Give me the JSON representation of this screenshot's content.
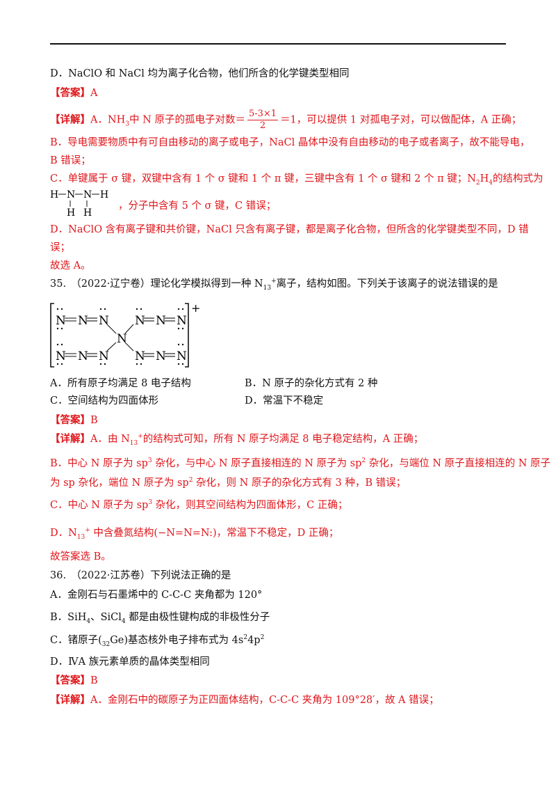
{
  "q34": {
    "option_d": "D．NaClO 和 NaCl 均为离子化合物，他们所含的化学键类型相同",
    "answer_tag": "【答案】",
    "answer": "A",
    "detail_tag": "【详解】",
    "a_pre": "A．NH",
    "a_mid": "中 N 原子的孤电子对数＝",
    "a_frac_num": "5-3×1",
    "a_frac_den": "2",
    "a_post": "＝1，可以提供 1 对孤电子对，可以做配体，A 正确；",
    "b_line1": "B．导电需要物质中有可自由移动的离子或电子，NaCl 晶体中没有自由移动的电子或者离子，故不能导电，",
    "b_line2": "B 错误；",
    "c_line1": "C．单键属于 σ 键，双键中含有 1 个 σ 键和 1 个 π 键，三键中含有 1 个 σ 键和 2 个 π 键；N",
    "c_line1_end": "的结构式为",
    "c_line2": "，分子中含有 5 个 σ 键，C 错误；",
    "d_line1": "D．NaClO 含有离子键和共价键，NaCl 只含有离子键，都是离子化合物，但所含的化学键类型不同，D 错",
    "d_line2": "误；",
    "conclusion": "故选 A。"
  },
  "n2h4": {
    "h": "H",
    "n": "N"
  },
  "q35": {
    "stem_pre": "35.　（2022·辽宁卷）理论化学模拟得到一种 N",
    "stem_sub": "13",
    "stem_sup": "+",
    "stem_post": "离子，结构如图。下列关于该离子的说法错误的是",
    "structure": {
      "atom": "N",
      "charge": "+"
    },
    "options": [
      "A．所有原子均满足 8 电子结构",
      "B．N 原子的杂化方式有 2 种",
      "C．空间结构为四面体形",
      "D．常温下不稳定"
    ],
    "answer_tag": "【答案】",
    "answer": "B",
    "detail_tag": "【详解】",
    "a_pre": "A．由 N",
    "a_post": "的结构式可知，所有 N 原子均满足 8 电子稳定结构，A 正确；",
    "b_line1_1": "B．中心 N 原子为 sp",
    "b_line1_2": " 杂化，与中心 N 原子直接相连的 N 原子为 sp",
    "b_line1_3": " 杂化，与端位 N 原子直接相连的 N 原子",
    "b_line2_1": "为 sp 杂化，端位 N 原子为 sp",
    "b_line2_2": " 杂化，则 N 原子的杂化方式有 3 种，B 错误；",
    "c_1": "C．中心 N 原子为 sp",
    "c_2": " 杂化，则其空间结构为四面体形，C 正确；",
    "d_1": "D．N",
    "d_2": " 中含叠氮结构(",
    "d_azide": "−N=N=N:",
    "d_3": ")，常温下不稳定，D 正确；",
    "sup3": "3",
    "sup2": "2",
    "conclusion": "故答案选 B。"
  },
  "q36": {
    "stem": "36.　（2022·江苏卷）下列说法正确的是",
    "option_a": "A．金刚石与石墨烯中的 C-C-C 夹角都为 120°",
    "option_b_1": "B．SiH",
    "option_b_2": "、SiCl",
    "option_b_3": " 都是由极性键构成的非极性分子",
    "option_c_1": "C．锗原子(",
    "option_c_sub": "32",
    "option_c_2": "Ge)基态核外电子排布式为 4s",
    "option_c_3": "4p",
    "option_d": "D．ⅣA 族元素单质的晶体类型相同",
    "answer_tag": "【答案】",
    "answer": "B",
    "detail_tag": "【详解】",
    "detail_a": "A．金刚石中的碳原子为正四面体结构，C-C-C 夹角为 109°28′，故 A 错误；",
    "sub4": "4",
    "sub3": "3",
    "sub2": "2",
    "sup2": "2"
  },
  "colors": {
    "answer_red": "#e0161b",
    "text": "#111111"
  }
}
